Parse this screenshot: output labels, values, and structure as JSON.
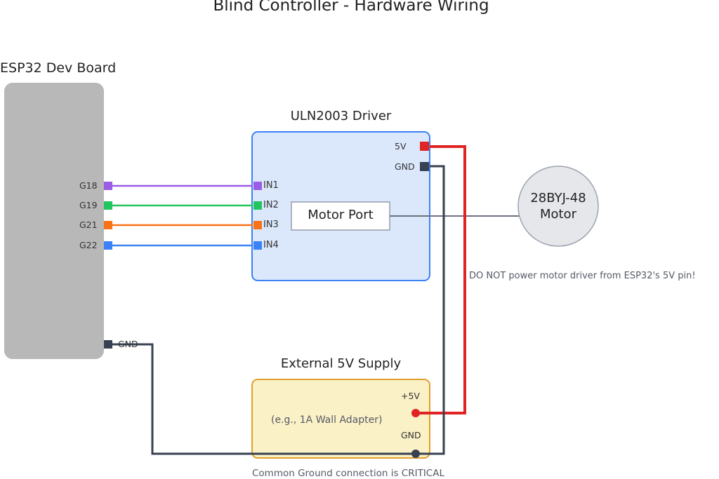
{
  "title": "Blind Controller - Hardware Wiring",
  "esp32": {
    "label": "ESP32 Dev Board",
    "pins": [
      "G18",
      "G19",
      "G21",
      "G22"
    ],
    "gnd_label": "GND"
  },
  "driver": {
    "label": "ULN2003 Driver",
    "inputs": [
      "IN1",
      "IN2",
      "IN3",
      "IN4"
    ],
    "v5_label": "5V",
    "gnd_label": "GND",
    "motor_port_label": "Motor Port"
  },
  "motor": {
    "line1": "28BYJ-48",
    "line2": "Motor"
  },
  "supply": {
    "label": "External 5V Supply",
    "subtitle": "(e.g., 1A Wall Adapter)",
    "plus_label": "+5V",
    "gnd_label": "GND"
  },
  "notes": {
    "warning": "DO NOT power motor driver from ESP32's 5V pin!",
    "ground": "Common Ground connection is CRITICAL"
  },
  "colors": {
    "wire_g18": "#9b5de5",
    "wire_g19": "#22c55e",
    "wire_g21": "#f97316",
    "wire_g22": "#3b82f6",
    "power": "#e02424",
    "ground": "#374151",
    "board": "#b8b8b8",
    "driver_fill": "#dbe8fb",
    "driver_border": "#3b82f6",
    "supply_fill": "#fbf1c7",
    "supply_border": "#e0a030",
    "motor_fill": "#e5e7eb"
  }
}
